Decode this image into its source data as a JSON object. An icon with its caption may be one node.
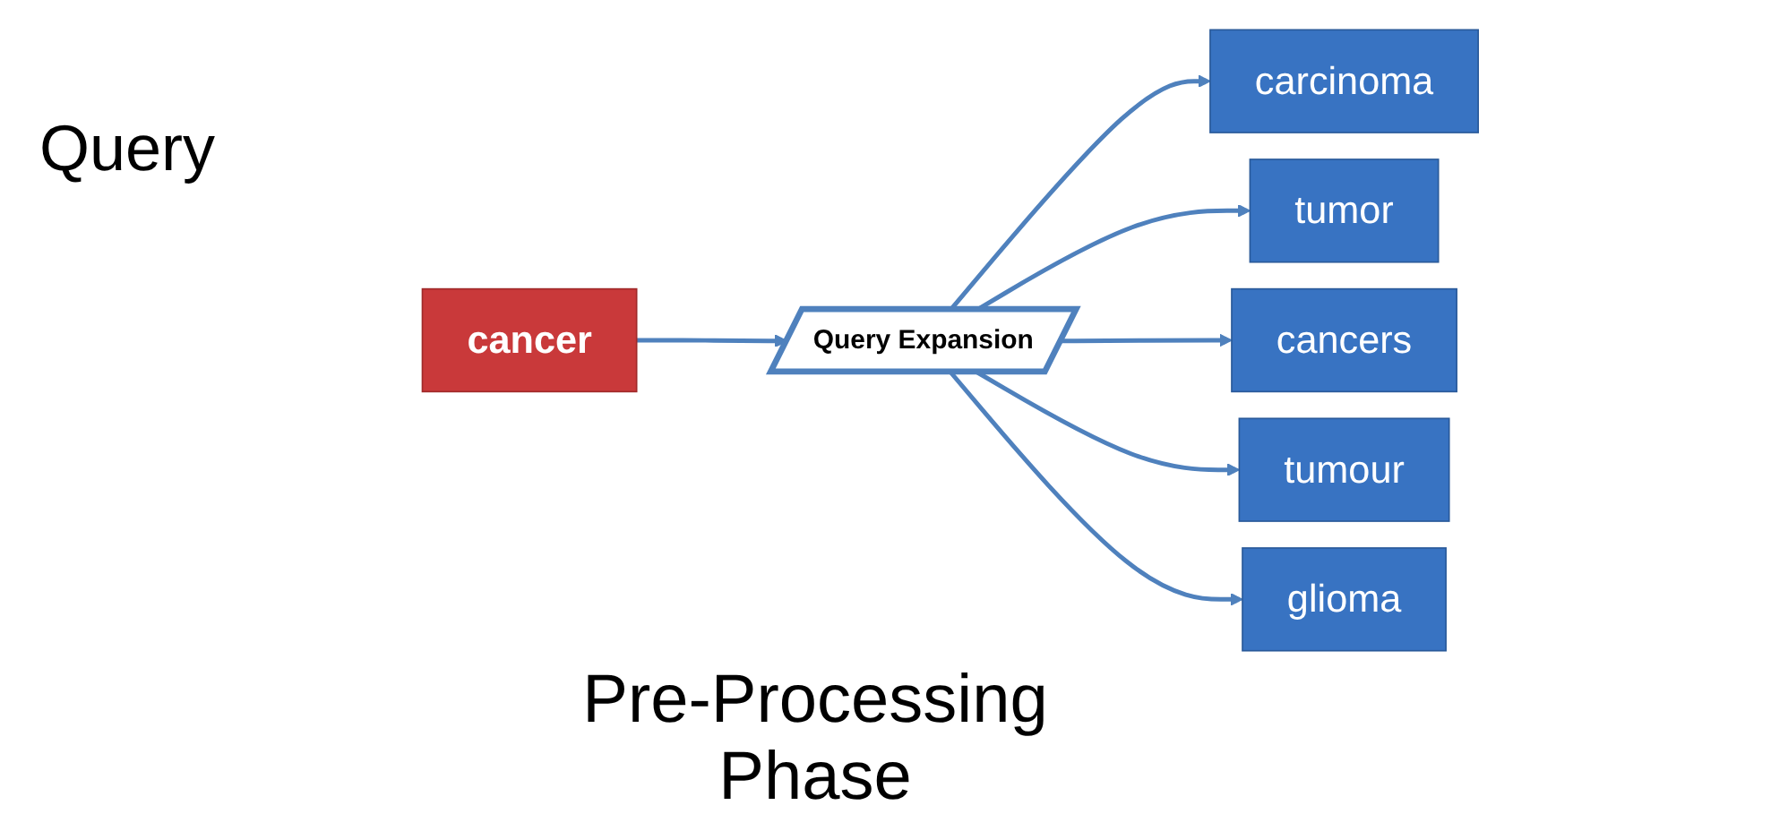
{
  "diagram": {
    "nodes": [
      {
        "text": [
          "cancer"
        ]
      },
      {
        "text": [
          "Query Expansion"
        ]
      },
      {
        "text": [
          "carcinoma"
        ]
      },
      {
        "text": [
          "tumor"
        ]
      },
      {
        "text": [
          "cancers"
        ]
      },
      {
        "text": [
          "tumour"
        ]
      },
      {
        "text": [
          "glioma"
        ]
      }
    ],
    "edges": [
      {
        "from": 0,
        "to": 1,
        "arrow": "to"
      },
      {
        "from": 1,
        "to": 2,
        "arrow": "to"
      },
      {
        "from": 1,
        "to": 3,
        "arrow": "to"
      },
      {
        "from": 1,
        "to": 4,
        "arrow": "to"
      },
      {
        "from": 1,
        "to": 5,
        "arrow": "to"
      },
      {
        "from": 1,
        "to": 6,
        "arrow": "to"
      }
    ],
    "labels": [
      "Query",
      "Pre-Processing Phase"
    ]
  }
}
